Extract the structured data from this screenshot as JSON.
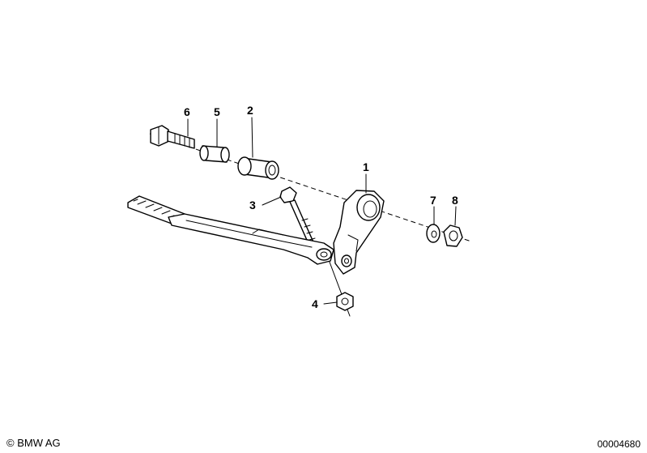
{
  "callouts": {
    "c1": "1",
    "c2": "2",
    "c3": "3",
    "c4": "4",
    "c5": "5",
    "c6": "6",
    "c7": "7",
    "c8": "8"
  },
  "footer": {
    "copyright": "© BMW AG",
    "diagram_number": "00004680"
  }
}
